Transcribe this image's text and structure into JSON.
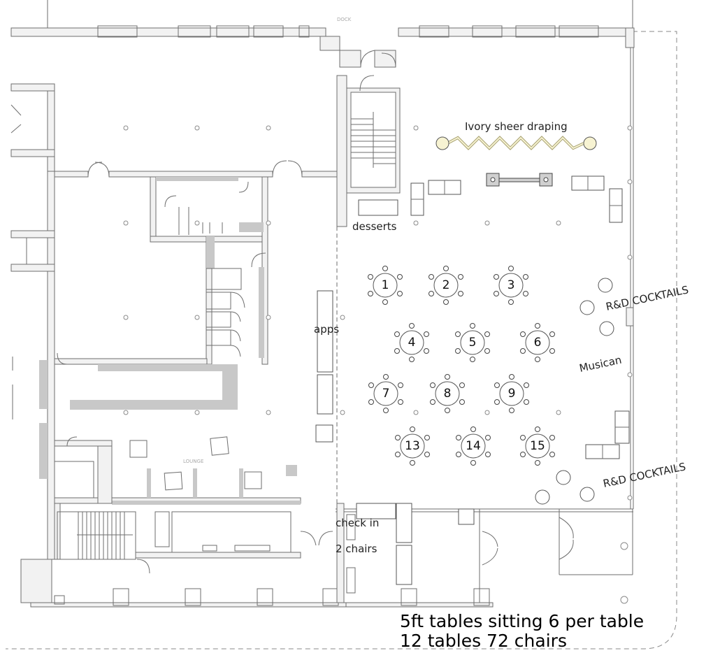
{
  "labels": {
    "draping": "Ivory sheer draping",
    "desserts": "desserts",
    "apps": "apps",
    "cocktails_top": "R&D COCKTAILS",
    "cocktails_bottom": "R&D COCKTAILS",
    "musician": "Musican",
    "check_in": "check in",
    "chairs": "2 chairs",
    "dock": "DOCK",
    "lounge": "LOUNGE"
  },
  "notes": {
    "line1": "5ft tables sitting 6 per table",
    "line2": "12 tables 72 chairs"
  },
  "tables": [
    "1",
    "2",
    "3",
    "4",
    "5",
    "6",
    "7",
    "8",
    "9",
    "13",
    "14",
    "15"
  ],
  "colors": {
    "wall_fill": "#f2f2f2",
    "wall_stroke": "#6e6e6e",
    "draping_fill": "#f7f3d2",
    "draping_stroke": "#a6a070"
  }
}
